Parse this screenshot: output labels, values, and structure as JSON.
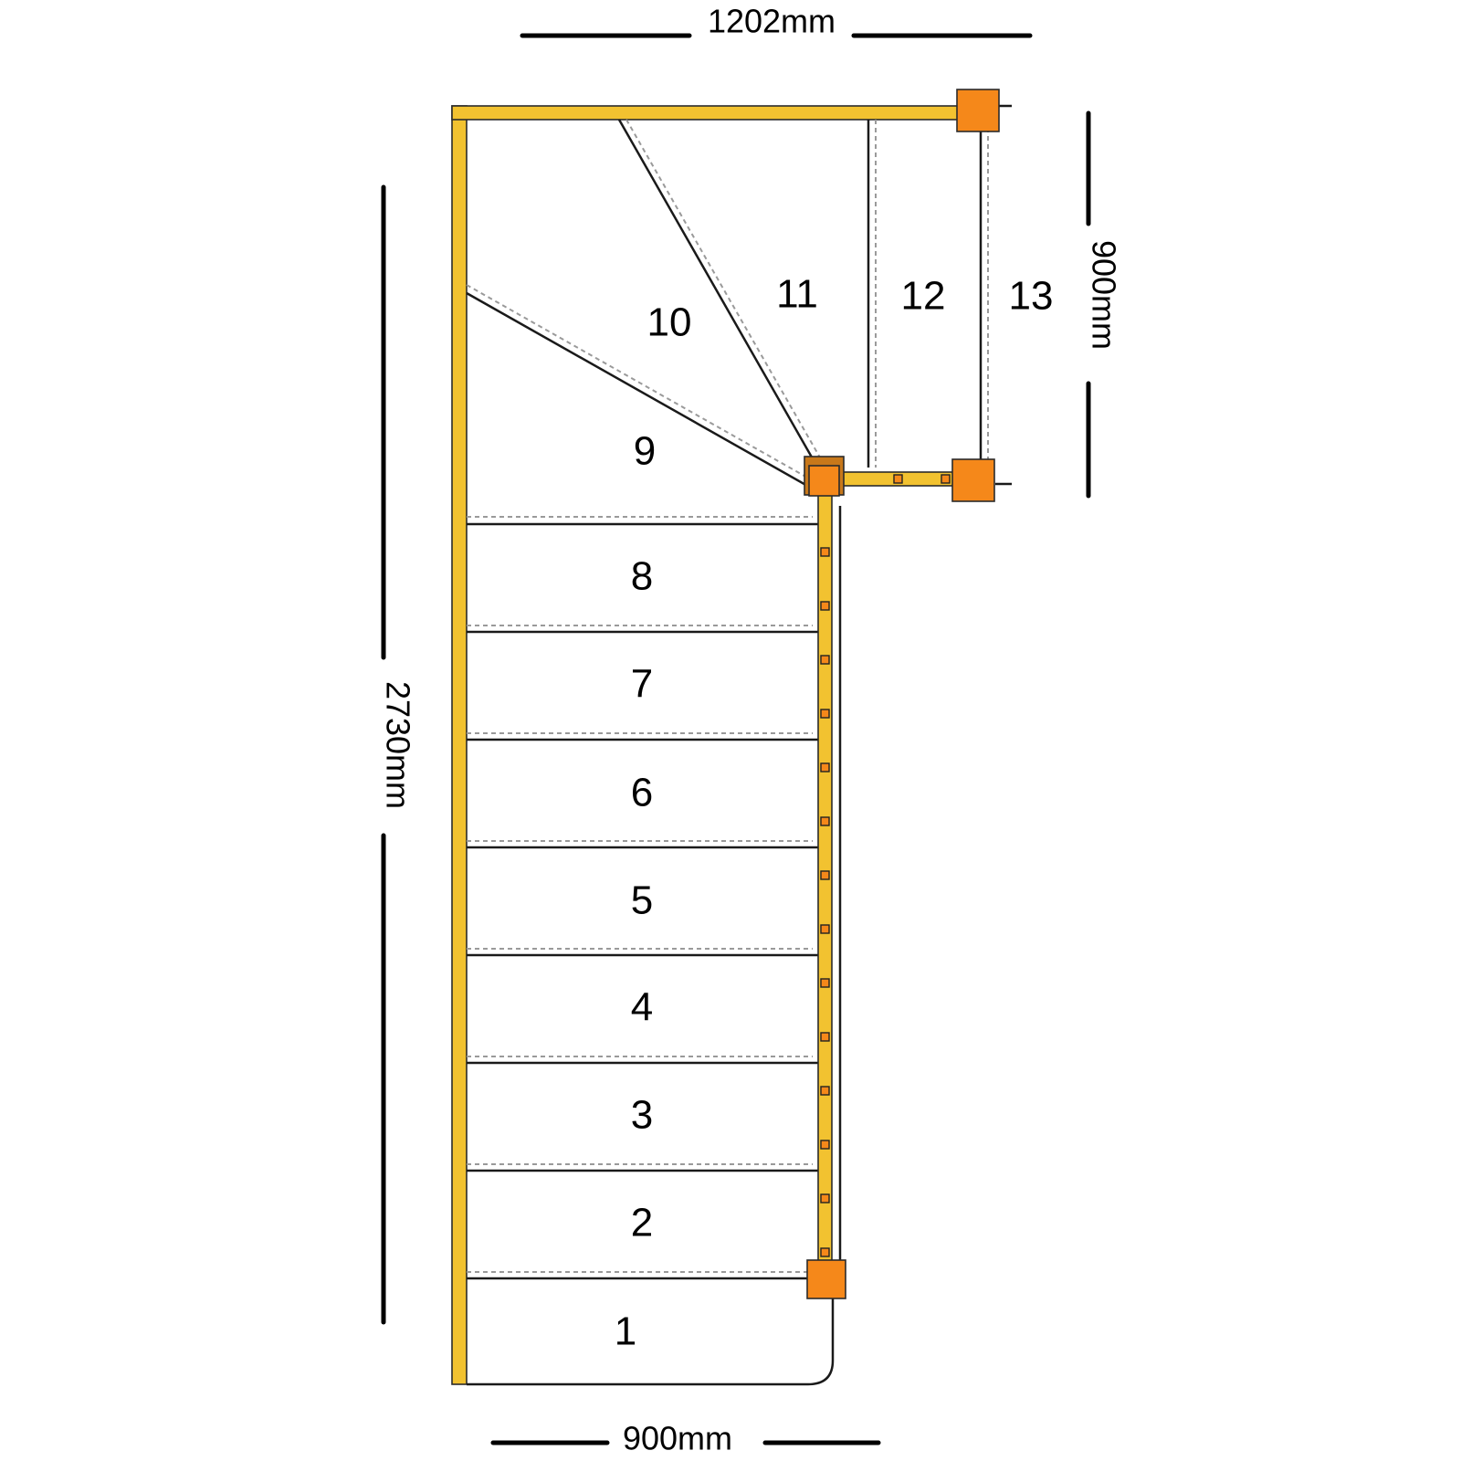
{
  "diagram": {
    "steps": [
      "1",
      "2",
      "3",
      "4",
      "5",
      "6",
      "7",
      "8",
      "9",
      "10",
      "11",
      "12",
      "13"
    ],
    "dimensions": {
      "top_width": "1202mm",
      "bottom_width": "900mm",
      "left_height": "2730mm",
      "right_height": "900mm"
    },
    "colors": {
      "stringer": "#f2c230",
      "newel_post": "#f5881a",
      "outline": "#1a1a1a",
      "nosing": "#9a9a9a"
    }
  }
}
